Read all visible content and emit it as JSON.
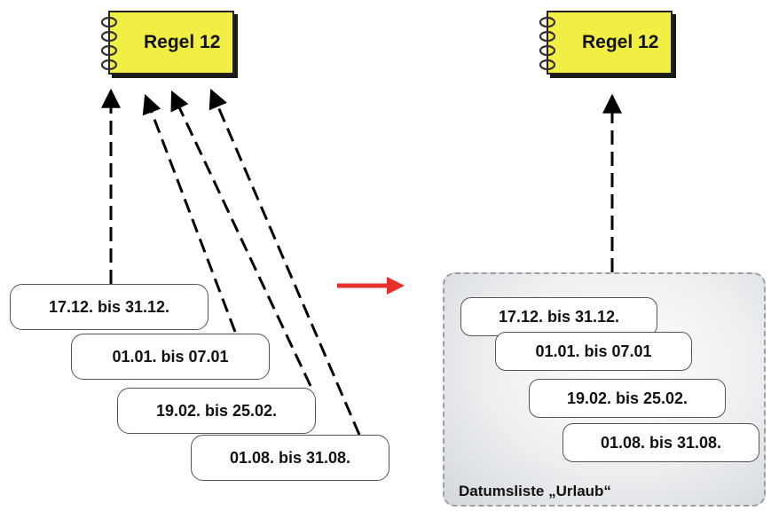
{
  "left": {
    "rule": {
      "title": "Regel 12"
    },
    "dates": [
      "17.12. bis 31.12.",
      "01.01. bis 07.01",
      "19.02. bis 25.02.",
      "01.08. bis 31.08."
    ]
  },
  "right": {
    "rule": {
      "title": "Regel 12"
    },
    "dates": [
      "17.12. bis 31.12.",
      "01.01. bis 07.01",
      "19.02. bis 25.02.",
      "01.08. bis 31.08."
    ],
    "group_label": "Datumsliste „Urlaub“"
  },
  "colors": {
    "rule_card": "#f2ef44",
    "transition_arrow": "#e8302d",
    "connector": "#000000",
    "group_border": "#9aa0a6"
  },
  "icons": [
    "spiral-binding-icon",
    "transition-arrow-icon",
    "dashed-arrow-icon"
  ]
}
